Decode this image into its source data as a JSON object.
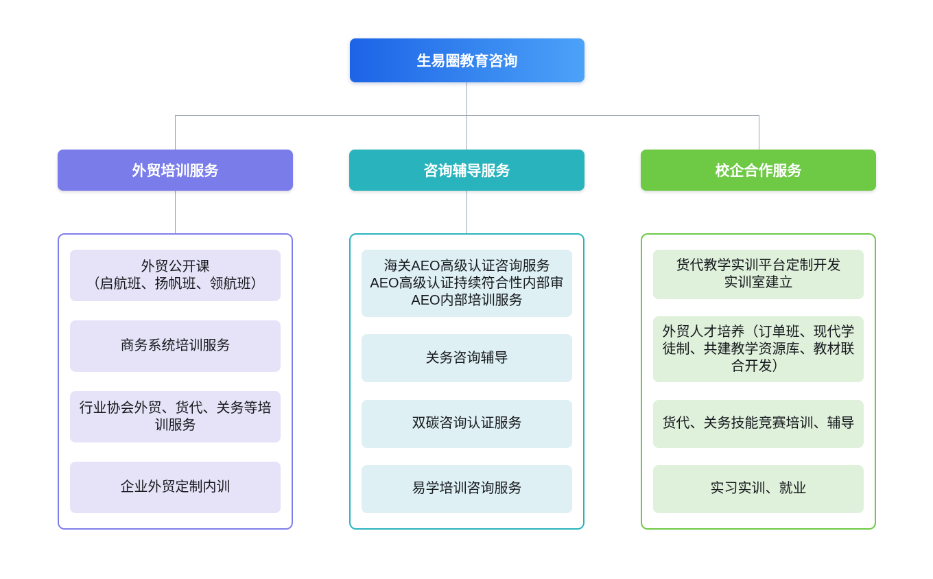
{
  "root": {
    "label": "生易圈教育咨询"
  },
  "branches": [
    {
      "label": "外贸培训服务",
      "items": [
        "外贸公开课\n（启航班、扬帆班、领航班）",
        "商务系统培训服务",
        "行业协会外贸、货代、关务等培训服务",
        "企业外贸定制内训"
      ]
    },
    {
      "label": "咨询辅导服务",
      "items": [
        "海关AEO高级认证咨询服务\nAEO高级认证持续符合性内部审\nAEO内部培训服务",
        "关务咨询辅导",
        "双碳咨询认证服务",
        "易学培训咨询服务"
      ]
    },
    {
      "label": "校企合作服务",
      "items": [
        "货代教学实训平台定制开发\n实训室建立",
        "外贸人才培养（订单班、现代学徒制、共建教学资源库、教材联合开发）",
        "货代、关务技能竞赛培训、辅导",
        "实习实训、就业"
      ]
    }
  ],
  "colors": {
    "root_gradient_start": "#1c64e6",
    "root_gradient_end": "#4ca2f8",
    "branch1_accent": "#7a7cea",
    "branch1_leaf_bg": "#e6e3f8",
    "branch2_accent": "#29b4bd",
    "branch2_leaf_bg": "#def0f3",
    "branch3_accent": "#6ec945",
    "branch3_leaf_bg": "#dff0db",
    "connector": "#96a0ab",
    "leaf_text": "#16191d",
    "node_text": "#ffffff",
    "background": "#ffffff"
  }
}
